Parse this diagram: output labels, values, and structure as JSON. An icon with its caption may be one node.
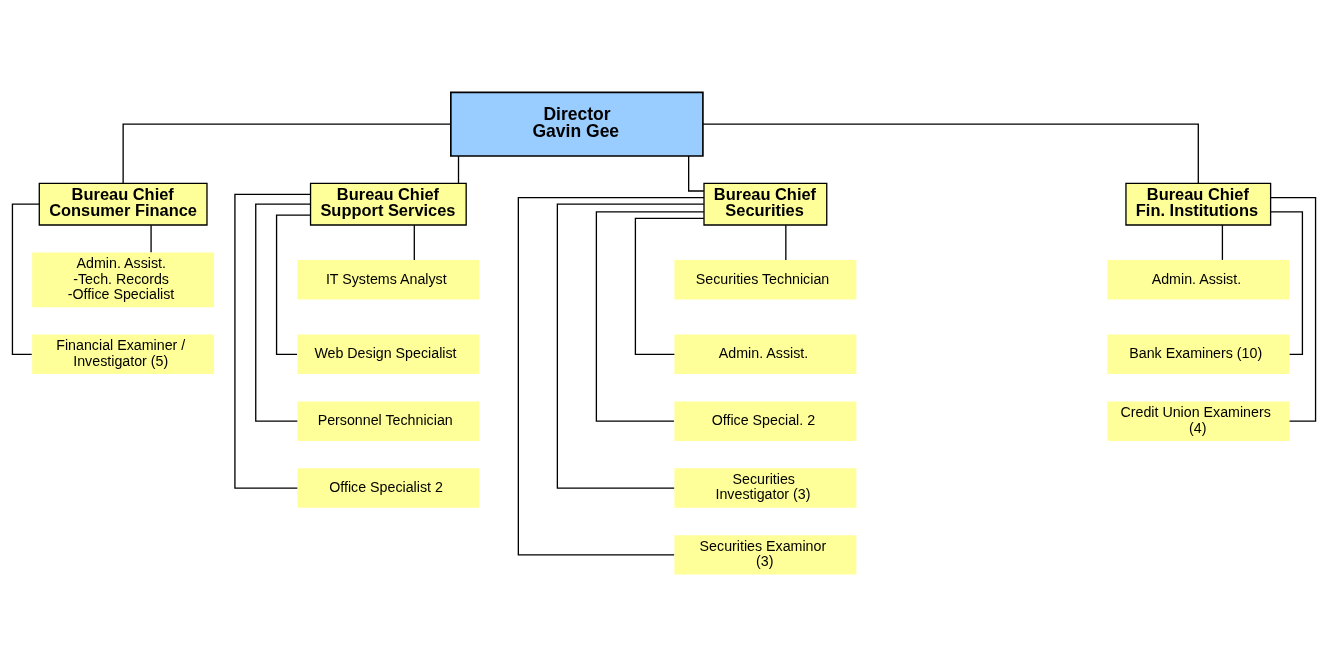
{
  "diagram": {
    "nodes": [
      {
        "text": [
          "Director",
          "Gavin Gee"
        ]
      },
      {
        "text": [
          "Bureau Chief",
          "Consumer Finance"
        ]
      },
      {
        "text": [
          "Bureau Chief",
          "Support Services"
        ]
      },
      {
        "text": [
          "Bureau Chief",
          "Securities"
        ]
      },
      {
        "text": [
          "Bureau Chief",
          "Fin. Institutions"
        ]
      },
      {
        "text": [
          "Admin. Assist.",
          "-Tech. Records",
          "-Office Specialist"
        ]
      },
      {
        "text": [
          "Financial Examiner / Investigator (5)"
        ]
      },
      {
        "text": [
          "IT Systems Analyst"
        ]
      },
      {
        "text": [
          "Web Design Specialist"
        ]
      },
      {
        "text": [
          "Personnel Technician"
        ]
      },
      {
        "text": [
          "Office Specialist 2"
        ]
      },
      {
        "text": [
          "Securities Technician"
        ]
      },
      {
        "text": [
          "Admin. Assist."
        ]
      },
      {
        "text": [
          "Office Special. 2"
        ]
      },
      {
        "text": [
          "Securities Investigator (3)"
        ]
      },
      {
        "text": [
          "Securities Examinor (3)"
        ]
      },
      {
        "text": [
          "Admin. Assist."
        ]
      },
      {
        "text": [
          "Bank Examiners (10)"
        ]
      },
      {
        "text": [
          "Credit Union Examiners (4)"
        ]
      }
    ],
    "edges": [
      {
        "from": 0,
        "to": 1,
        "arrow": "none"
      },
      {
        "from": 0,
        "to": 2,
        "arrow": "none"
      },
      {
        "from": 0,
        "to": 3,
        "arrow": "none"
      },
      {
        "from": 0,
        "to": 4,
        "arrow": "none"
      },
      {
        "from": 1,
        "to": 5,
        "arrow": "none"
      },
      {
        "from": 1,
        "to": 6,
        "arrow": "none"
      },
      {
        "from": 2,
        "to": 7,
        "arrow": "none"
      },
      {
        "from": 2,
        "to": 8,
        "arrow": "none"
      },
      {
        "from": 2,
        "to": 9,
        "arrow": "none"
      },
      {
        "from": 2,
        "to": 10,
        "arrow": "none"
      },
      {
        "from": 3,
        "to": 11,
        "arrow": "none"
      },
      {
        "from": 3,
        "to": 12,
        "arrow": "none"
      },
      {
        "from": 3,
        "to": 13,
        "arrow": "none"
      },
      {
        "from": 3,
        "to": 14,
        "arrow": "none"
      },
      {
        "from": 3,
        "to": 15,
        "arrow": "none"
      },
      {
        "from": 4,
        "to": 16,
        "arrow": "none"
      },
      {
        "from": 4,
        "to": 17,
        "arrow": "none"
      },
      {
        "from": 4,
        "to": 18,
        "arrow": "none"
      }
    ]
  }
}
